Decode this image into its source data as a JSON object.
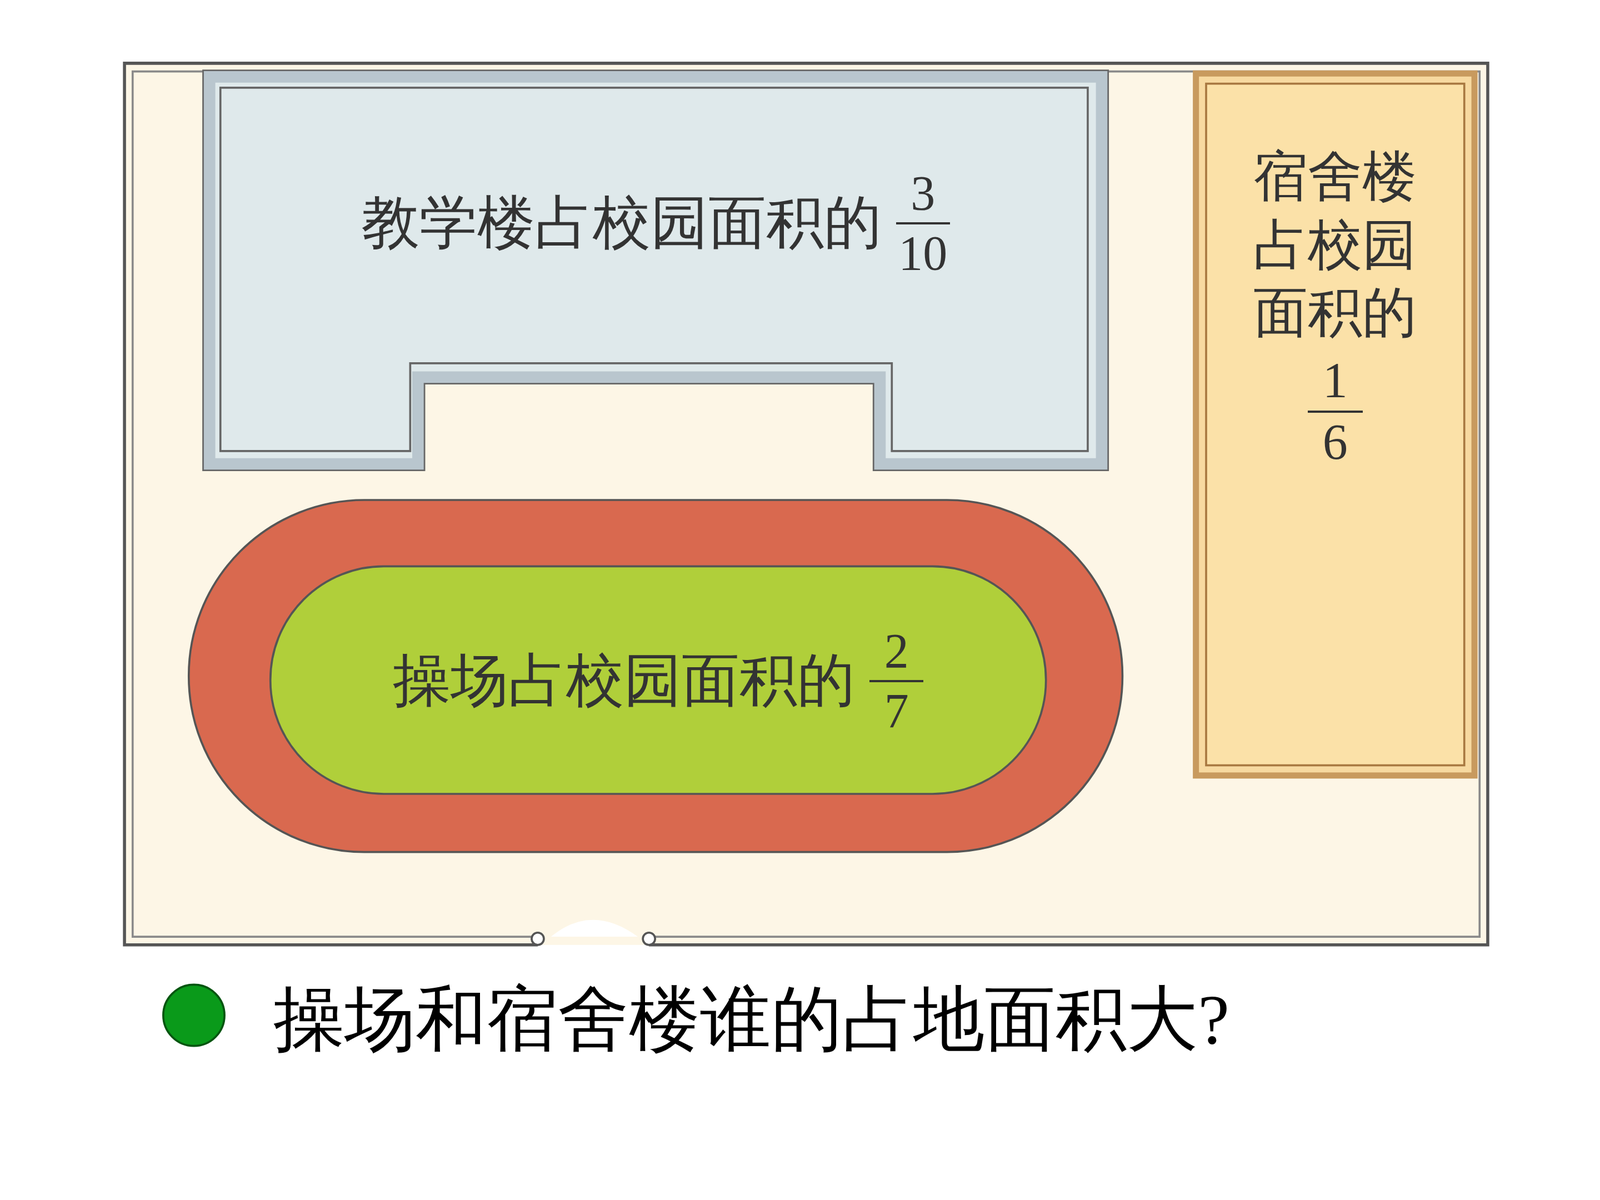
{
  "diagram": {
    "caption": "操场和宿舍楼谁的占地面积大?",
    "nodes": [
      {
        "text": [
          "教学楼占校园面积的",
          "3",
          "10"
        ]
      },
      {
        "text": [
          "操场占校园面积的",
          "2",
          "7"
        ]
      },
      {
        "text": [
          "宿舍楼占校园面积的",
          "1",
          "6"
        ]
      }
    ]
  }
}
